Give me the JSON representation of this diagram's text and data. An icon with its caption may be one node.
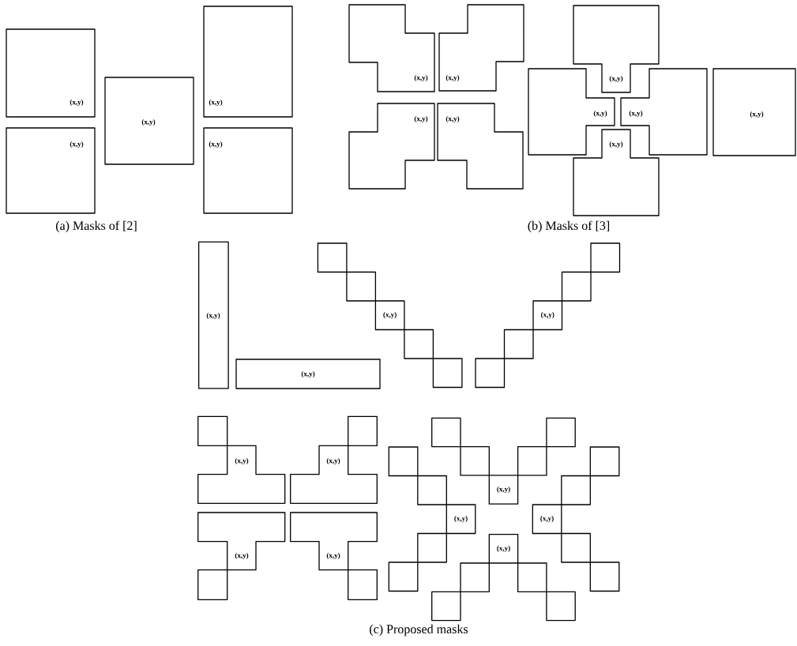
{
  "diagram": {
    "nodes": [
      {
        "text": [
          "(x,y)"
        ]
      },
      {
        "text": [
          "(x,y)"
        ]
      },
      {
        "text": [
          "(x,y)"
        ]
      },
      {
        "text": [
          "(x,y)"
        ]
      },
      {
        "text": [
          "(x,y)"
        ]
      },
      {
        "text": [
          "(x,y)"
        ]
      },
      {
        "text": [
          "(x,y)"
        ]
      },
      {
        "text": [
          "(x,y)"
        ]
      },
      {
        "text": [
          "(x,y)"
        ]
      },
      {
        "text": [
          "(x,y)"
        ]
      },
      {
        "text": [
          "(x,y)"
        ]
      },
      {
        "text": [
          "(x,y)"
        ]
      },
      {
        "text": [
          "(x,y)"
        ]
      },
      {
        "text": [
          "(x,y)"
        ]
      },
      {
        "text": [
          "(x,y)"
        ]
      },
      {
        "text": [
          "(x,y)"
        ]
      },
      {
        "text": [
          "(x,y)"
        ]
      },
      {
        "text": [
          "(x,y)"
        ]
      },
      {
        "text": [
          "(x,y)"
        ]
      },
      {
        "text": [
          "(x,y)"
        ]
      },
      {
        "text": [
          "(x,y)"
        ]
      },
      {
        "text": [
          "(x,y)"
        ]
      },
      {
        "text": [
          "(x,y)"
        ]
      },
      {
        "text": [
          "(x,y)"
        ]
      },
      {
        "text": [
          "(x,y)"
        ]
      },
      {
        "text": [
          "(x,y)"
        ]
      }
    ],
    "labels": [
      "(a) Masks of [2]",
      "(b) Masks of [3]",
      "(c) Proposed masks"
    ]
  }
}
